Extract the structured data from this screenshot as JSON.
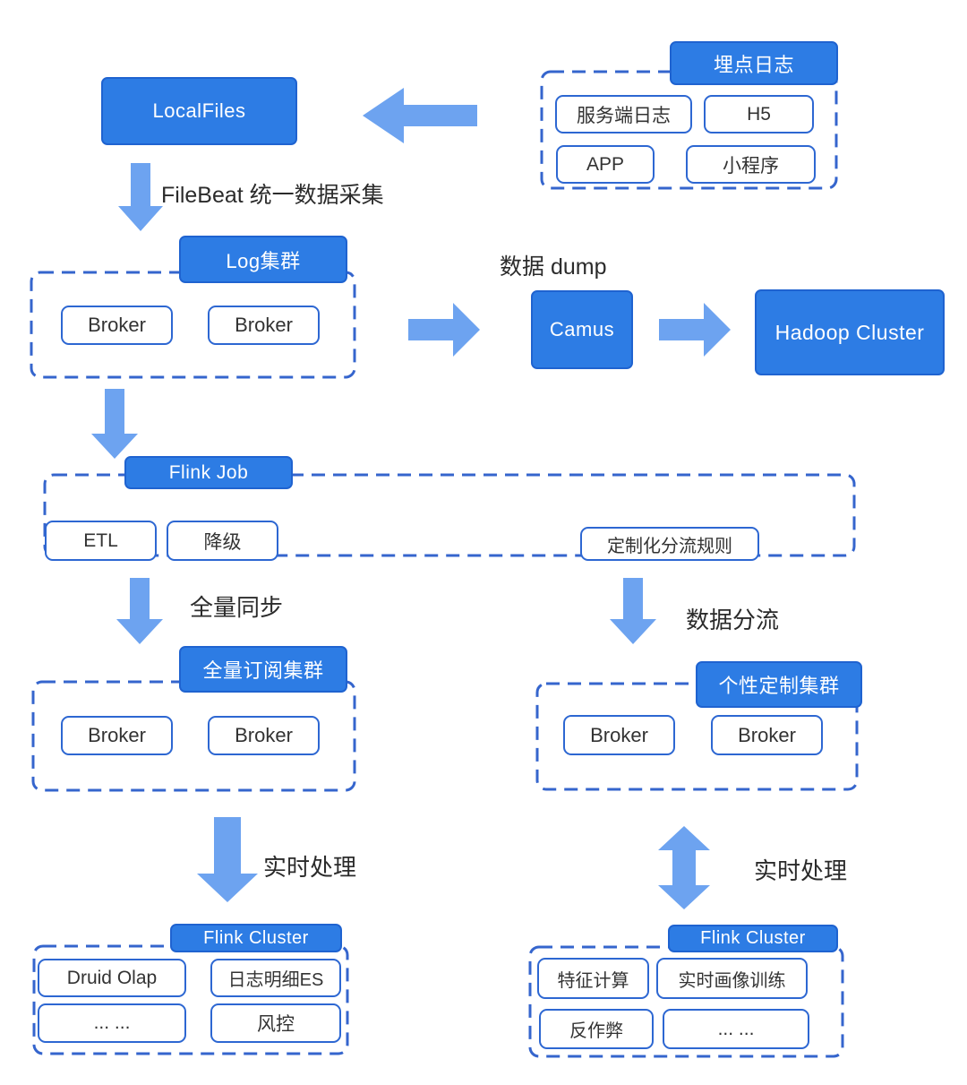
{
  "colors": {
    "node_blue": "#2d7ce4",
    "node_border": "#1f63d0",
    "arrow_blue": "#6da3f0",
    "dashed_border": "#3565cd",
    "item_border": "#2d67d2",
    "label_text": "#2b2b2b"
  },
  "nodes": {
    "local_files": "LocalFiles",
    "camus": "Camus",
    "hadoop_cluster": "Hadoop Cluster"
  },
  "flow_labels": {
    "filebeat": "FileBeat 统一数据采集",
    "data_dump": "数据 dump",
    "full_sync": "全量同步",
    "data_split": "数据分流",
    "realtime_left": "实时处理",
    "realtime_right": "实时处理"
  },
  "groups": {
    "buried_log": {
      "title": "埋点日志",
      "items": [
        "服务端日志",
        "H5",
        "APP",
        "小程序"
      ]
    },
    "log_cluster": {
      "title": "Log集群",
      "items": [
        "Broker",
        "Broker"
      ]
    },
    "flink_job": {
      "title": "Flink Job",
      "items": [
        "ETL",
        "降级",
        "定制化分流规则"
      ]
    },
    "full_subscribe_cluster": {
      "title": "全量订阅集群",
      "items": [
        "Broker",
        "Broker"
      ]
    },
    "personal_custom_cluster": {
      "title": "个性定制集群",
      "items": [
        "Broker",
        "Broker"
      ]
    },
    "flink_cluster_left": {
      "title": "Flink Cluster",
      "items": [
        "Druid Olap",
        "日志明细ES",
        "... ...",
        "风控"
      ]
    },
    "flink_cluster_right": {
      "title": "Flink Cluster",
      "items": [
        "特征计算",
        "实时画像训练",
        "反作弊",
        "... ..."
      ]
    }
  }
}
